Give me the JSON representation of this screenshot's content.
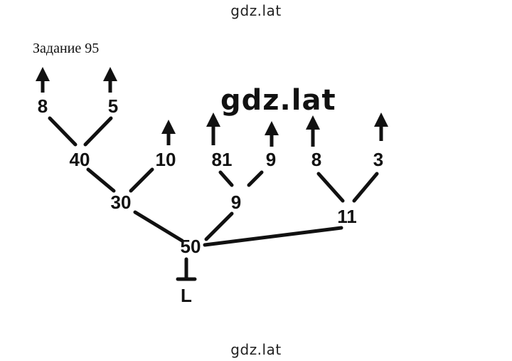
{
  "watermarks": {
    "top": "gdz.lat",
    "middle": "gdz.lat",
    "bottom": "gdz.lat"
  },
  "task": {
    "title": "Задание 95"
  },
  "tree": {
    "nodes": {
      "n8a": "8",
      "n5": "5",
      "n40": "40",
      "n10": "10",
      "n81": "81",
      "n9a": "9",
      "n8b": "8",
      "n3": "3",
      "n30": "30",
      "n9b": "9",
      "n11": "11",
      "n50": "50",
      "nL": "L"
    }
  }
}
